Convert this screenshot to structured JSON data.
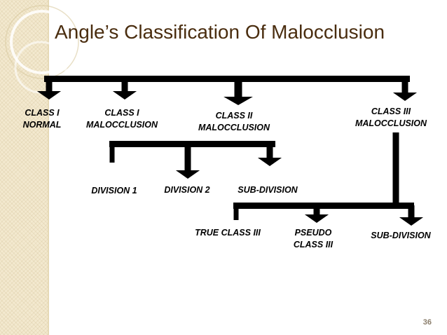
{
  "title": "Angle’s Classification Of Malocclusion",
  "page_number": "36",
  "colors": {
    "title": "#4a2d0f",
    "connectors": "#000000",
    "band": "#f3e9cf",
    "page_number": "#8b7e6c"
  },
  "nodes": {
    "class1_normal": [
      "CLASS I",
      "NORMAL"
    ],
    "class1_malocclusion": [
      "CLASS I",
      "MALOCCLUSION"
    ],
    "class2_malocclusion": [
      "CLASS II",
      "MALOCCLUSION"
    ],
    "class3_malocclusion": [
      "CLASS III",
      "MALOCCLUSION"
    ],
    "division1": [
      "DIVISION 1"
    ],
    "division2": [
      "DIVISION 2"
    ],
    "class2_subdivision": [
      "SUB-DIVISION"
    ],
    "true_class3": [
      "TRUE CLASS III"
    ],
    "pseudo_class3": [
      "PSEUDO",
      "CLASS III"
    ],
    "class3_subdivision": [
      "SUB-DIVISION"
    ]
  }
}
